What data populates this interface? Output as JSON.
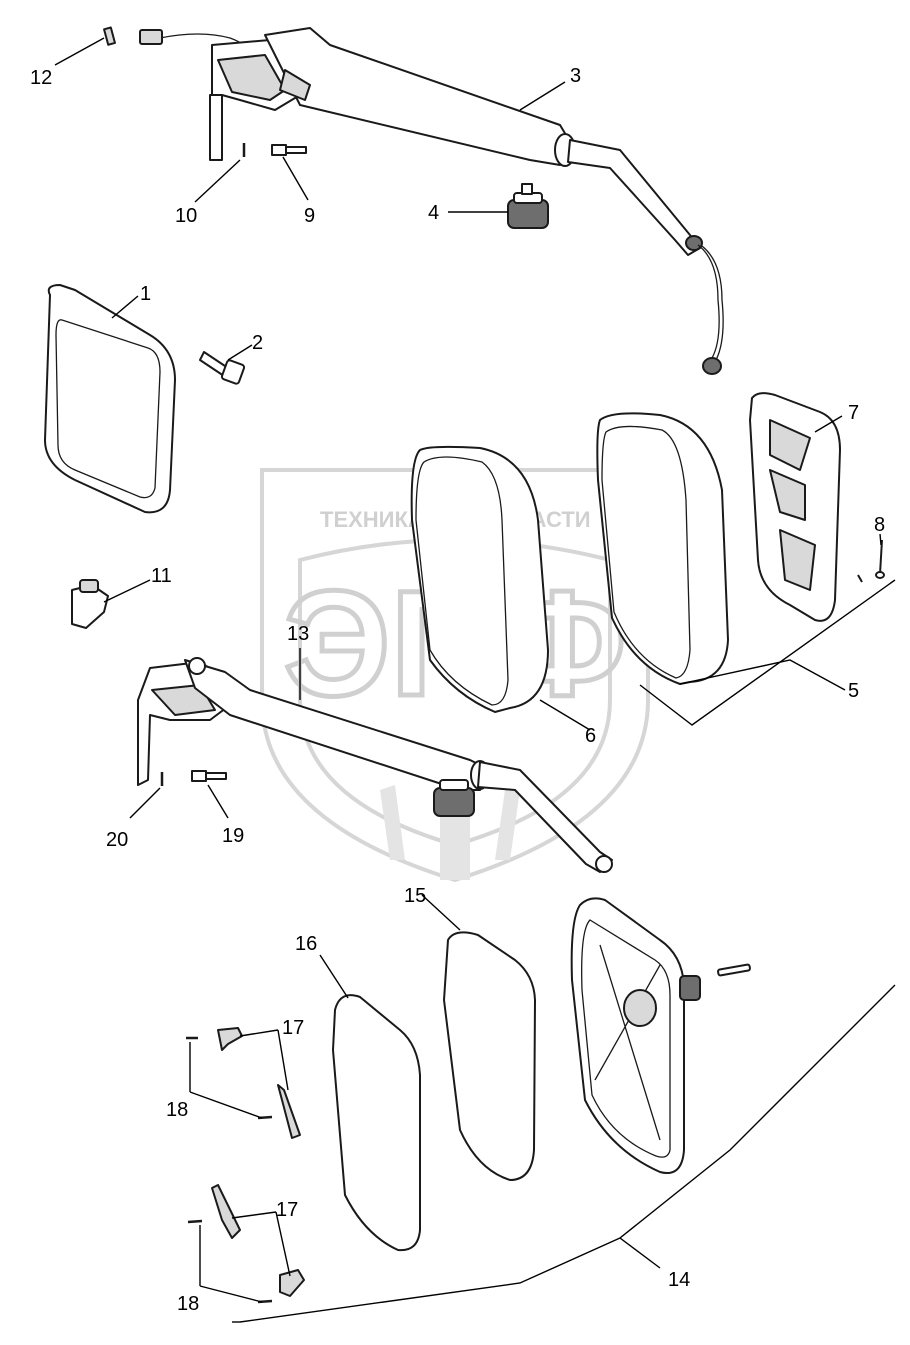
{
  "watermark": {
    "top_text_left": "ТЕХНИКА",
    "top_text_right": "ЗАПЧАСТИ",
    "logo_text": "ЭПФ"
  },
  "callouts": {
    "c1": "1",
    "c2": "2",
    "c3": "3",
    "c4": "4",
    "c5": "5",
    "c6": "6",
    "c7": "7",
    "c8": "8",
    "c9": "9",
    "c10": "10",
    "c11": "11",
    "c12": "12",
    "c13": "13",
    "c14": "14",
    "c15": "15",
    "c16": "16",
    "c17a": "17",
    "c17b": "17",
    "c18a": "18",
    "c18b": "18",
    "c19": "19",
    "c20": "20"
  }
}
